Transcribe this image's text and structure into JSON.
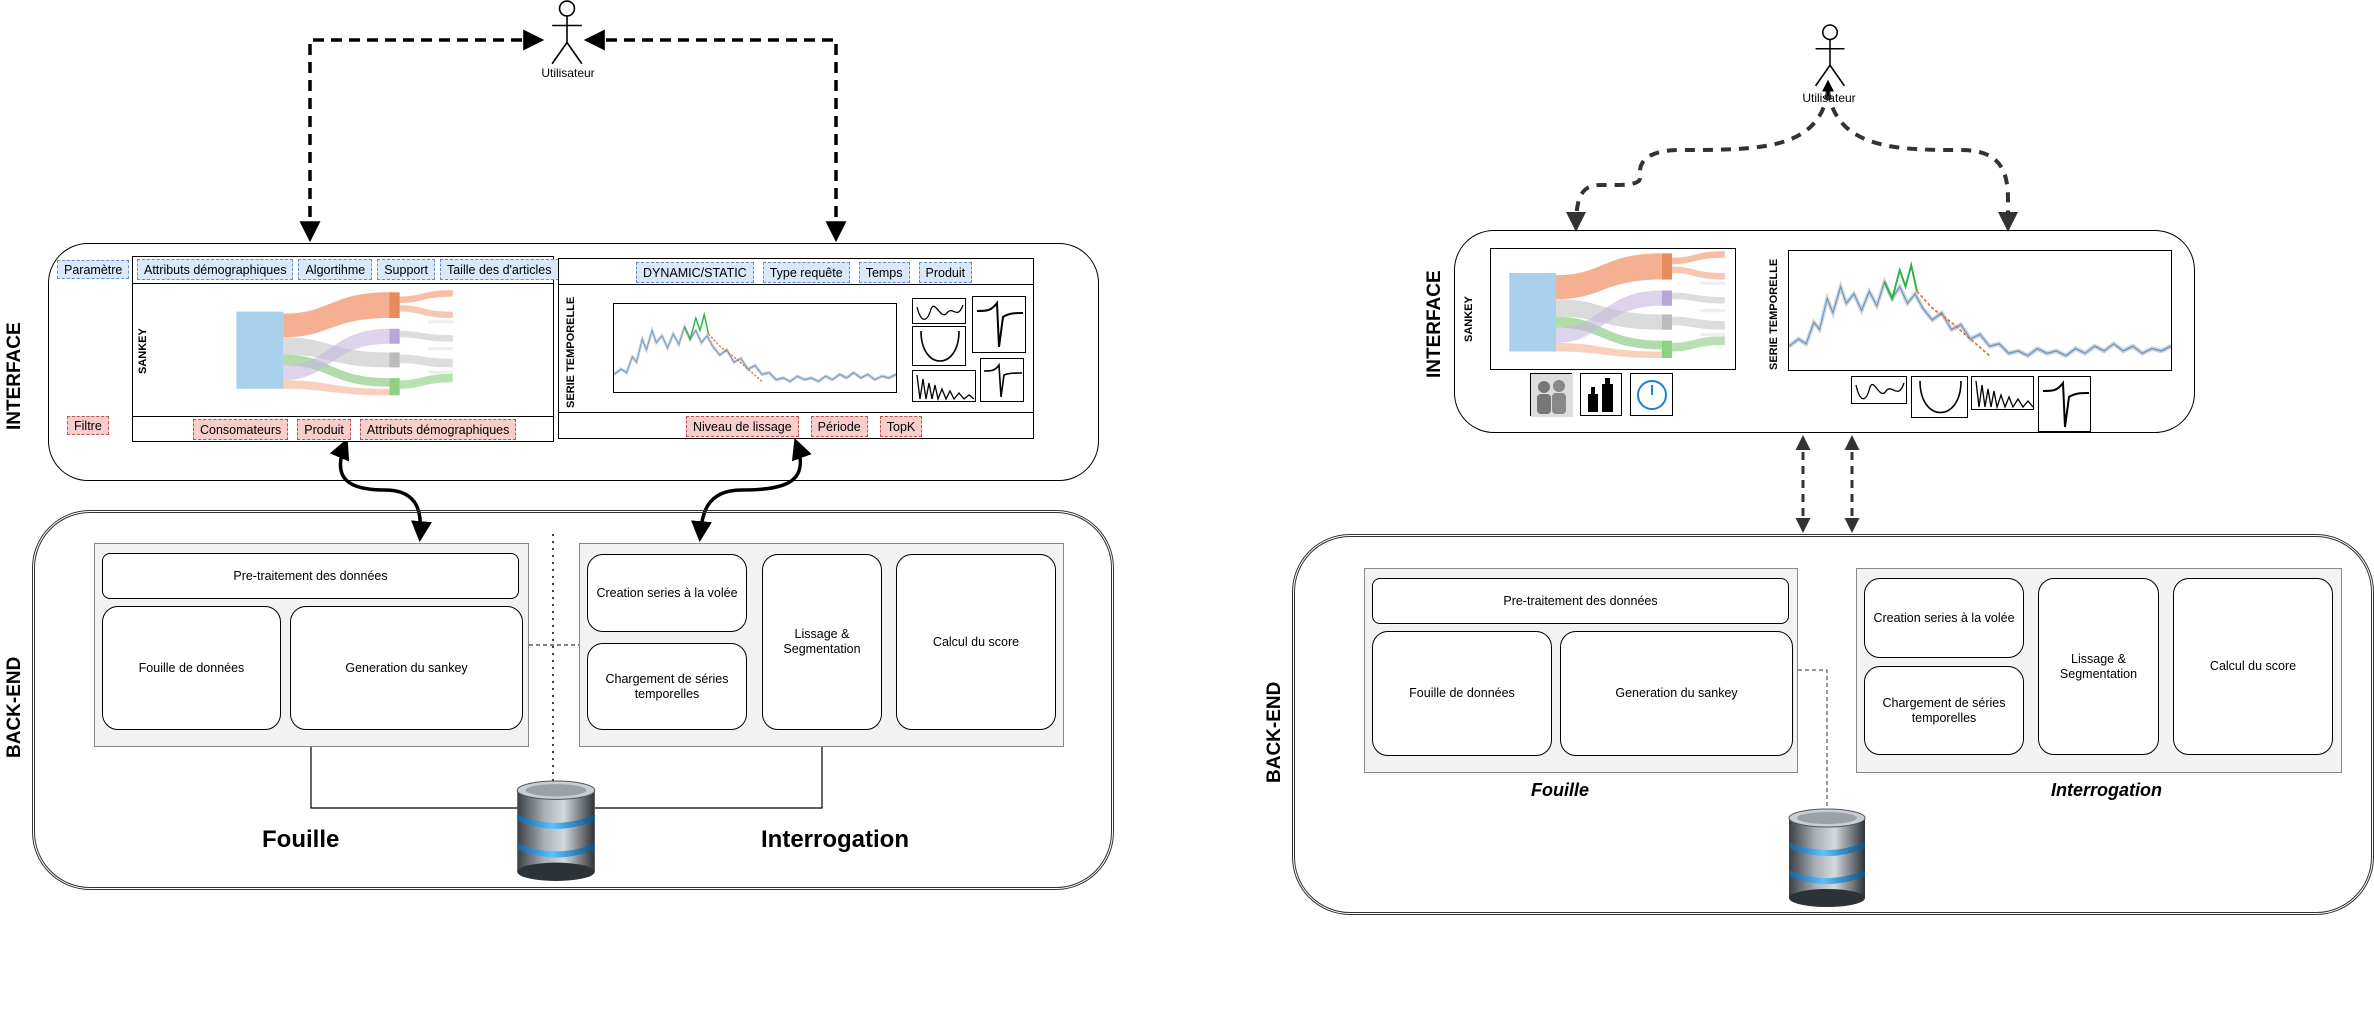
{
  "colors": {
    "blue_chip": "#dae8fc",
    "red_chip": "#f8cecc",
    "panel": "#f2f2f2",
    "db_band": "#3ea8e8"
  },
  "left": {
    "actor": "Utilisateur",
    "interface_label": "INTERFACE",
    "backend_label": "BACK-END",
    "param_chip": "Paramètre",
    "filter_chip": "Filtre",
    "sankey_label": "SANKEY",
    "serie_label": "SERIE TEMPORELLE",
    "sankey_top_chips": [
      "Attributs démographiques",
      "Algortihme",
      "Support",
      "Taille des d'articles"
    ],
    "sankey_bottom_chips": [
      "Consomateurs",
      "Produit",
      "Attributs démographiques"
    ],
    "serie_top_chips": [
      "DYNAMIC/STATIC",
      "Type requête",
      "Temps",
      "Produit"
    ],
    "serie_bottom_chips": [
      "Niveau de lissage",
      "Période",
      "TopK"
    ],
    "boxes": {
      "pretraitement": "Pre-traitement des données",
      "fouille_donnees": "Fouille de données",
      "generation": "Generation du sankey",
      "creation": "Creation series à la volée",
      "chargement": "Chargement de séries temporelles",
      "lissage": "Lissage & Segmentation",
      "score": "Calcul du score"
    },
    "fouille": "Fouille",
    "interrogation": "Interrogation"
  },
  "right": {
    "actor": "Utilisateur",
    "interface_label": "INTERFACE",
    "backend_label": "BACK-END",
    "sankey_label": "SANKEY",
    "serie_label": "SERIE TEMPORELLE",
    "boxes": {
      "pretraitement": "Pre-traitement des données",
      "fouille_donnees": "Fouille de données",
      "generation": "Generation du sankey",
      "creation": "Creation series à la volée",
      "chargement": "Chargement de séries temporelles",
      "lissage": "Lissage & Segmentation",
      "score": "Calcul du score"
    },
    "fouille": "Fouille",
    "interrogation": "Interrogation"
  }
}
